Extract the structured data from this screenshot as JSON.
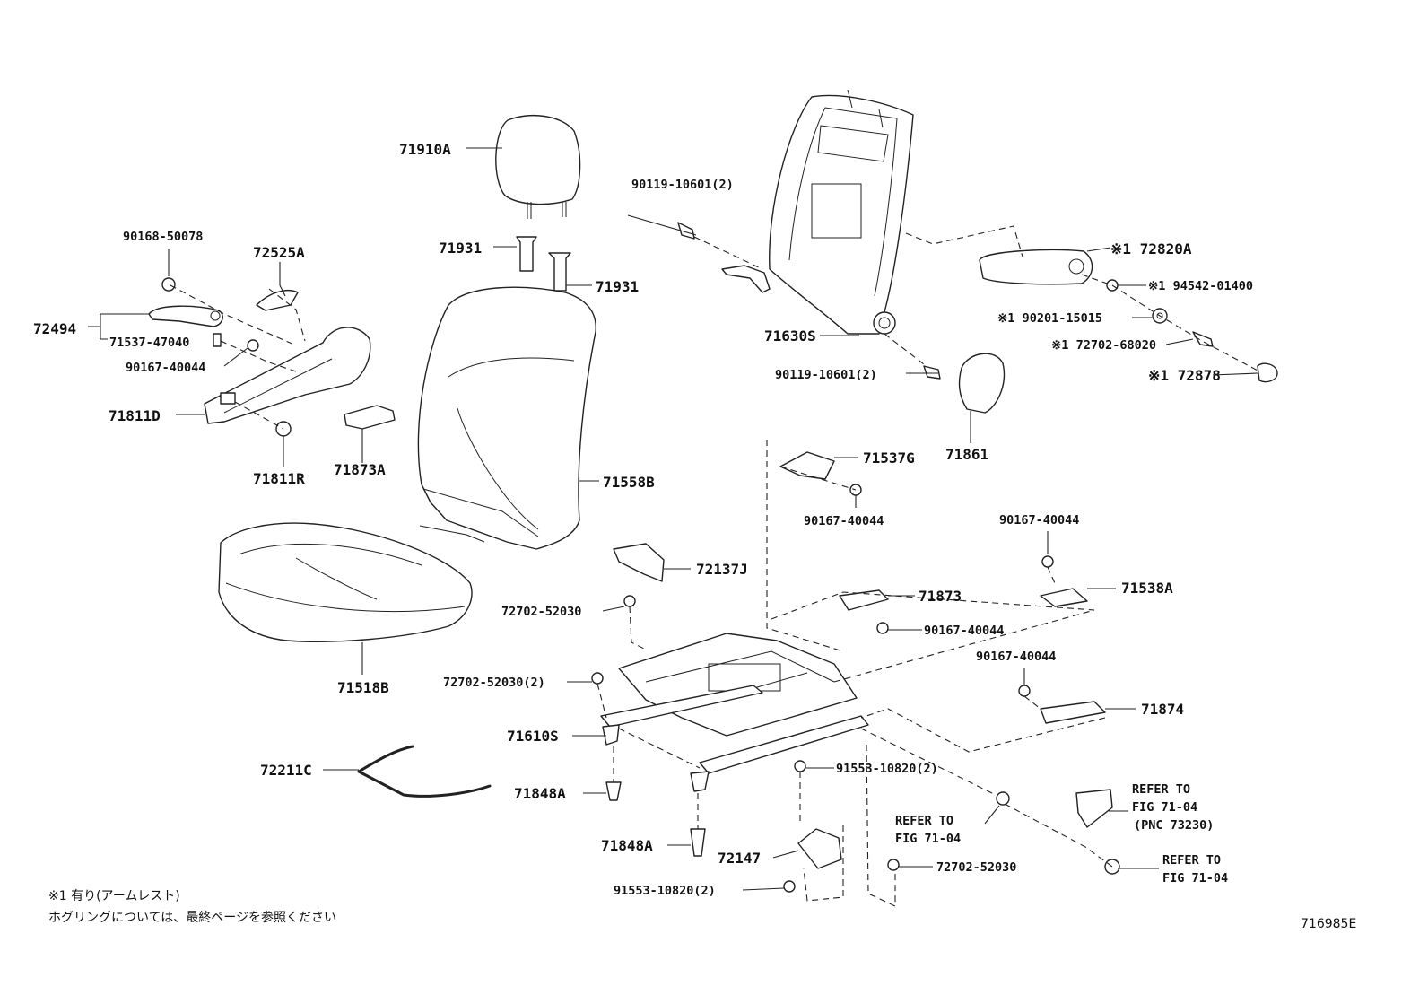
{
  "labels": {
    "p71910A": "71910A",
    "p71931a": "71931",
    "p71931b": "71931",
    "p90168": "90168-50078",
    "p72525A": "72525A",
    "p72494": "72494",
    "p71537_47040": "71537-47040",
    "p90167_40044_a": "90167-40044",
    "p71811D": "71811D",
    "p71811R": "71811R",
    "p71873A": "71873A",
    "p71558B": "71558B",
    "p71518B": "71518B",
    "p90119_a": "90119-10601(2)",
    "p90119_b": "90119-10601(2)",
    "p72820A": "※1 72820A",
    "p94542": "※1 94542-01400",
    "p90201": "※1 90201-15015",
    "p72702_68020": "※1 72702-68020",
    "p72878": "※1 72878",
    "p71630S": "71630S",
    "p71861": "71861",
    "p71537G": "71537G",
    "p90167_40044_b": "90167-40044",
    "p90167_40044_c": "90167-40044",
    "p71538A": "71538A",
    "p72137J": "72137J",
    "p71873": "71873",
    "p90167_40044_d": "90167-40044",
    "p72702_52030_a": "72702-52030",
    "p72702_52030_b": "72702-52030(2)",
    "p90167_40044_e": "90167-40044",
    "p71874": "71874",
    "p71610S": "71610S",
    "p91553_a": "91553-10820(2)",
    "p72211C": "72211C",
    "p71848A_a": "71848A",
    "p71848A_b": "71848A",
    "p72147": "72147",
    "p72702_52030_c": "72702-52030",
    "p91553_b": "91553-10820(2)",
    "refer1_l1": "REFER TO",
    "refer1_l2": "FIG 71-04",
    "refer2_l1": "REFER TO",
    "refer2_l2": "FIG 71-04",
    "refer2_l3": "(PNC 73230)",
    "refer3_l1": "REFER TO",
    "refer3_l2": "FIG 71-04"
  },
  "notes": {
    "line1": "※1 有り(アームレスト)",
    "line2": "ホグリングについては、最終ページを参照ください"
  },
  "figure_id": "716985E"
}
